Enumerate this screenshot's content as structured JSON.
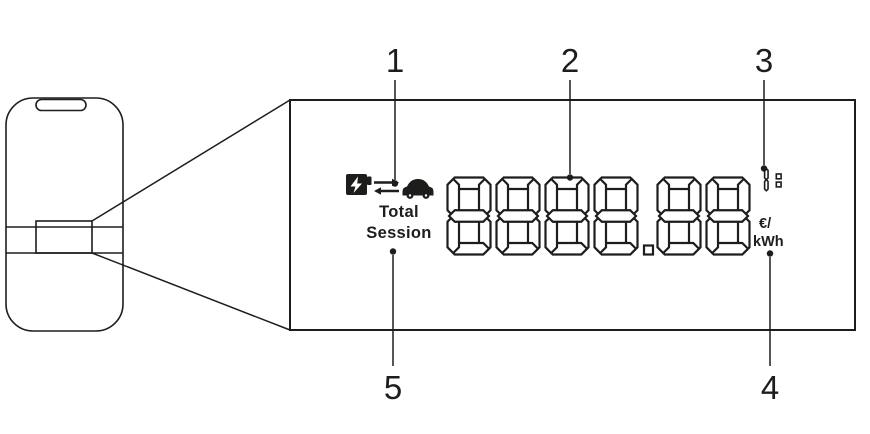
{
  "figure": {
    "ink": "#1d1d1b",
    "bg": "#ffffff",
    "description_elements": "wallbox device with zoomed display detail"
  },
  "callouts": {
    "top": [
      {
        "label": "1"
      },
      {
        "label": "2"
      },
      {
        "label": "3"
      }
    ],
    "bottom": [
      {
        "label": "5"
      },
      {
        "label": "4"
      }
    ]
  },
  "display": {
    "mode_labels": {
      "total": "Total",
      "session": "Session"
    },
    "value": "8888.88",
    "time_indicator": "1 :",
    "units": {
      "line1": "€/",
      "line2": "kWh"
    },
    "icons": [
      {
        "name": "charging-station-icon"
      },
      {
        "name": "transfer-arrows-icon"
      },
      {
        "name": "car-icon"
      }
    ]
  }
}
